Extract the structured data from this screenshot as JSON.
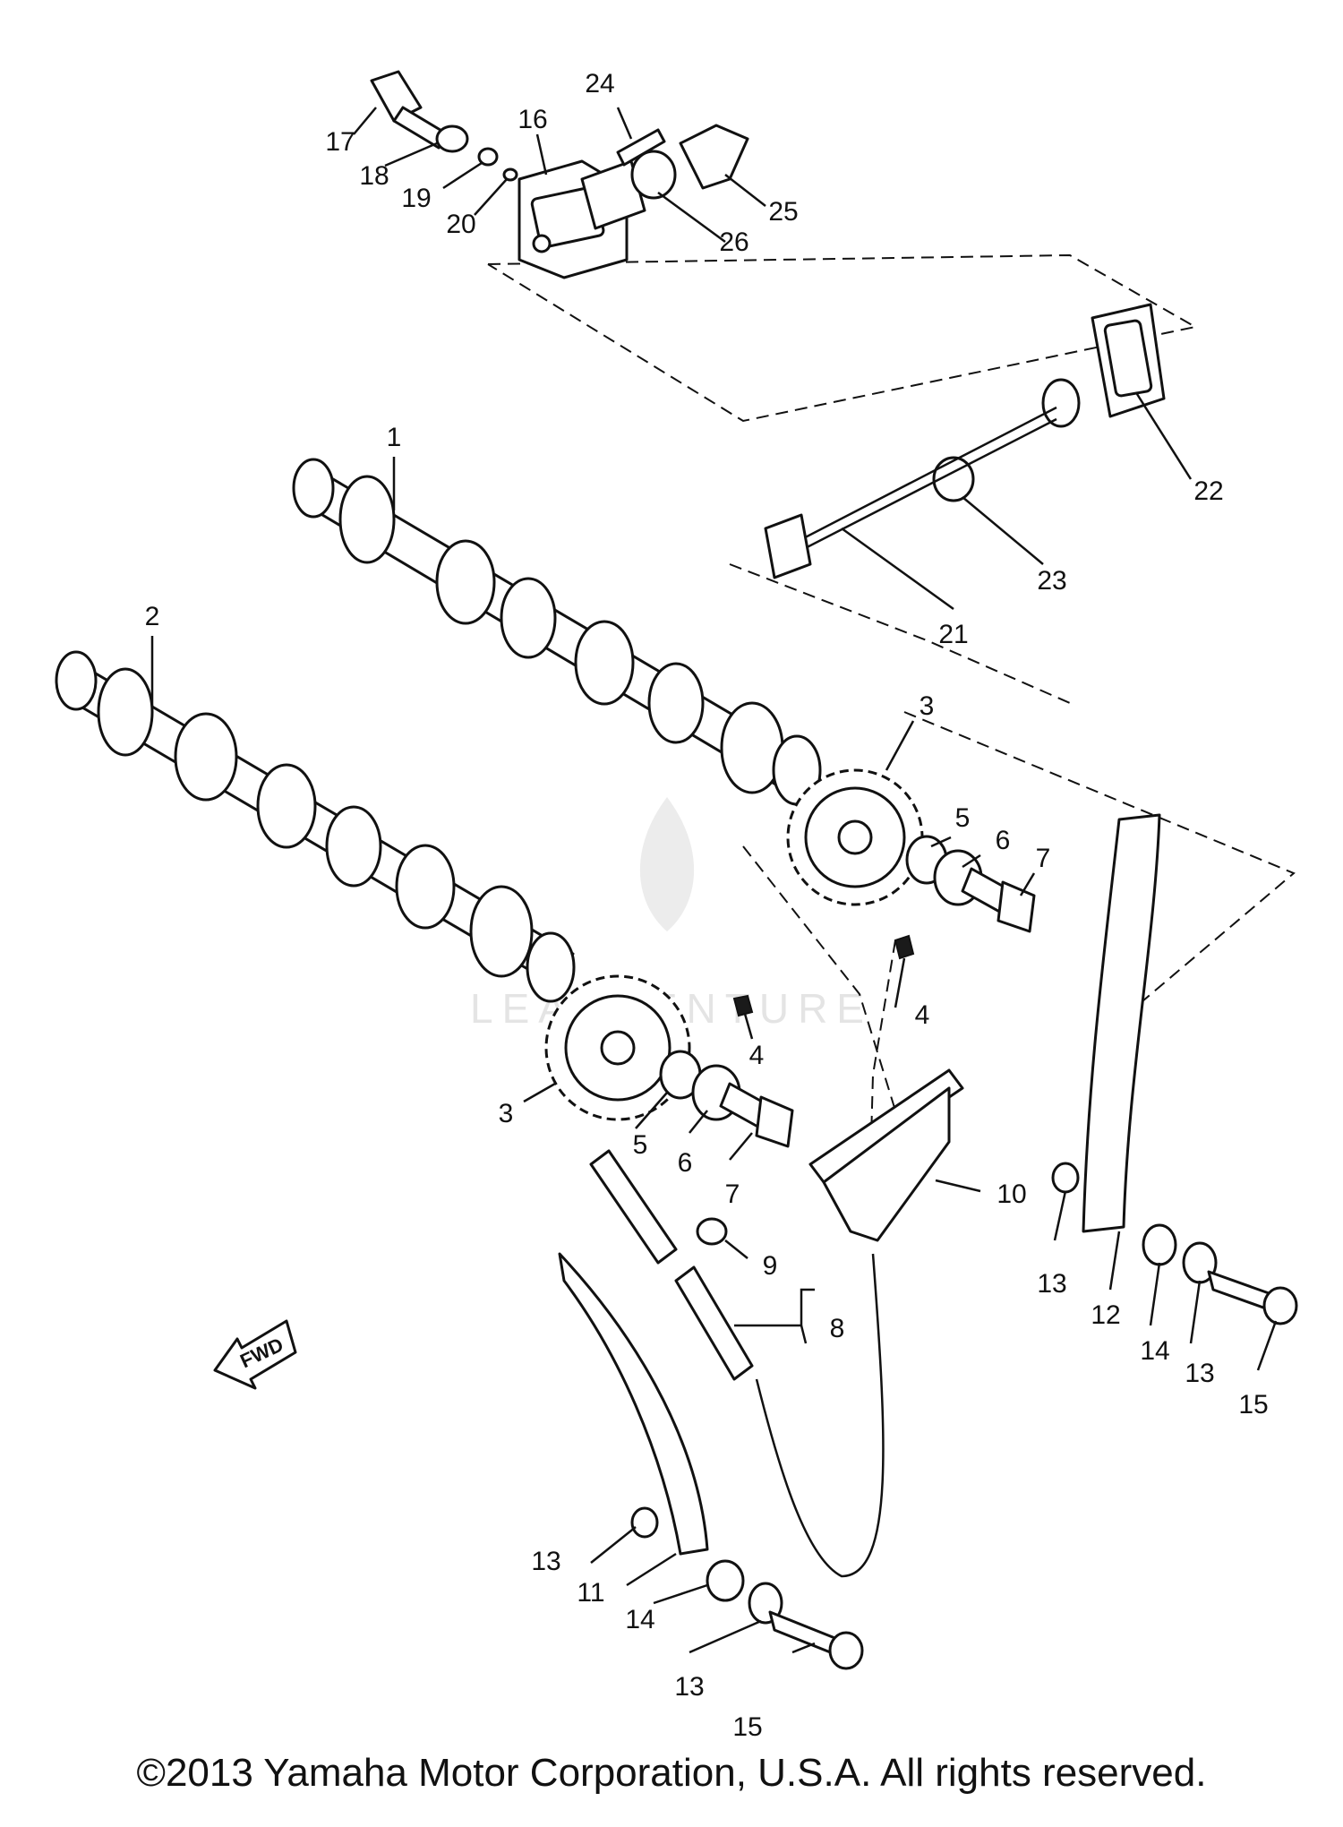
{
  "watermark": "LEADVENTURE",
  "fwd_label": "FWD",
  "copyright": "©2013 Yamaha Motor Corporation, U.S.A. All rights reserved.",
  "callouts": {
    "c1": "1",
    "c2": "2",
    "c3a": "3",
    "c3b": "3",
    "c4a": "4",
    "c4b": "4",
    "c5a": "5",
    "c5b": "5",
    "c6a": "6",
    "c6b": "6",
    "c7a": "7",
    "c7b": "7",
    "c8": "8",
    "c9": "9",
    "c10": "10",
    "c11": "11",
    "c12": "12",
    "c13a": "13",
    "c13b": "13",
    "c13c": "13",
    "c13d": "13",
    "c14a": "14",
    "c14b": "14",
    "c15a": "15",
    "c15b": "15",
    "c16": "16",
    "c17": "17",
    "c18": "18",
    "c19": "19",
    "c20": "20",
    "c21": "21",
    "c22": "22",
    "c23": "23",
    "c24": "24",
    "c25": "25",
    "c26": "26"
  }
}
